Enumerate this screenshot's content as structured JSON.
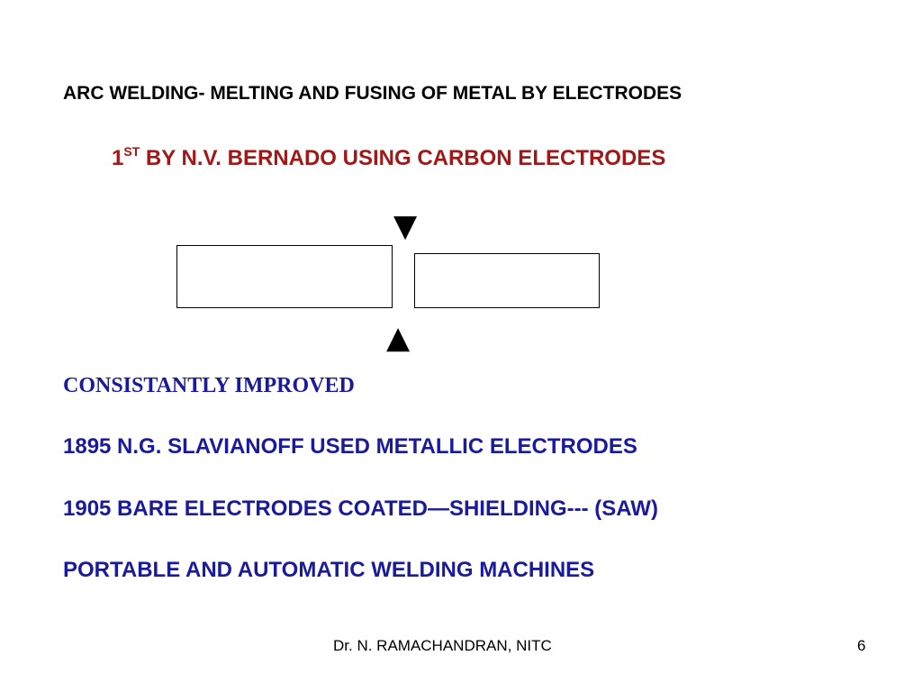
{
  "slide": {
    "title": "ARC WELDING- MELTING AND FUSING OF METAL BY ELECTRODES",
    "subtitle": {
      "number": "1",
      "superscript": "ST",
      "text": " BY N.V. BERNADO USING CARBON ELECTRODES"
    },
    "diagram": {
      "arrow_down_glyph": "▼",
      "arrow_up_glyph": "▲"
    },
    "heading": "CONSISTANTLY IMPROVED",
    "points": [
      "1895 N.G. SLAVIANOFF USED METALLIC ELECTRODES",
      "1905 BARE ELECTRODES COATED—SHIELDING--- (SAW)",
      "PORTABLE AND AUTOMATIC WELDING MACHINES"
    ],
    "footer": "Dr. N. RAMACHANDRAN, NITC",
    "page_number": "6"
  },
  "colors": {
    "title": "#000000",
    "subtitle": "#a01818",
    "body": "#1a1a9c",
    "background": "#ffffff"
  }
}
